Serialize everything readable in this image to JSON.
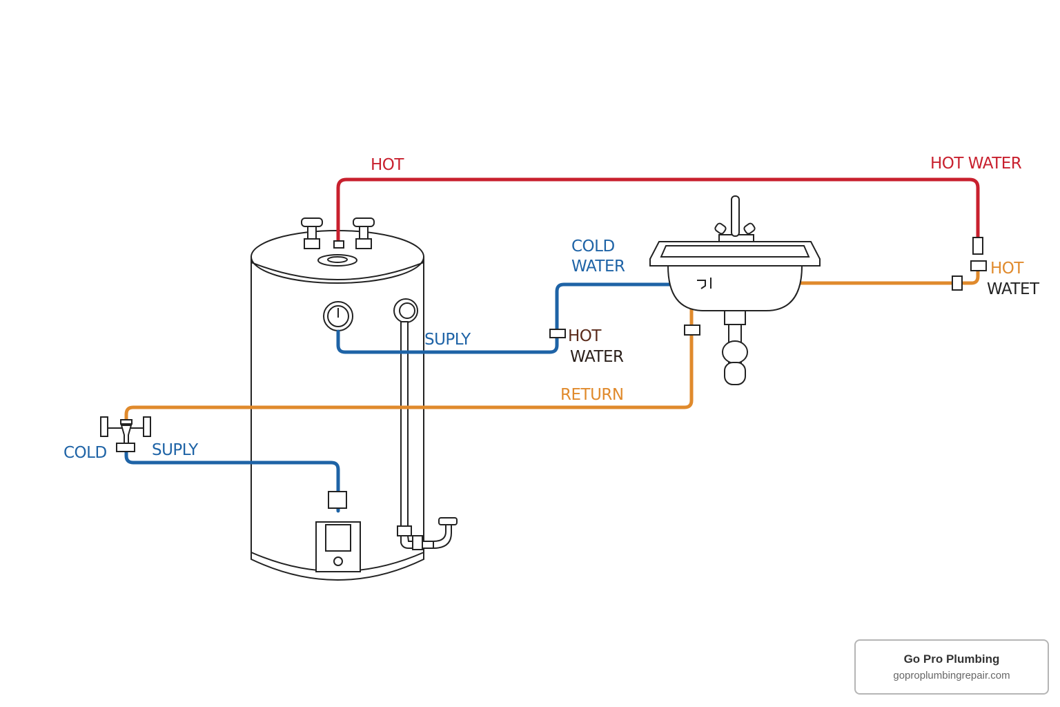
{
  "colors": {
    "hot": "#c8202e",
    "cold": "#1e63a6",
    "return": "#e08a2c",
    "dark_label": "#4a2a1e",
    "outline": "#222222"
  },
  "labels": {
    "hot_top": "HOT",
    "hot_water_top_right": "HOT WATER",
    "cold_water_1": "COLD",
    "cold_water_2": "WATER",
    "supply_mid": "SUPLY",
    "hot_mid": "HOT",
    "water_mid": "WATER",
    "return": "RETURN",
    "cold_left": "COLD",
    "supply_left": "SUPLY",
    "hot_right": "HOT",
    "watet_right": "WATET"
  },
  "brand": {
    "name": "Go Pro Plumbing",
    "url": "goproplumbingrepair.com"
  }
}
